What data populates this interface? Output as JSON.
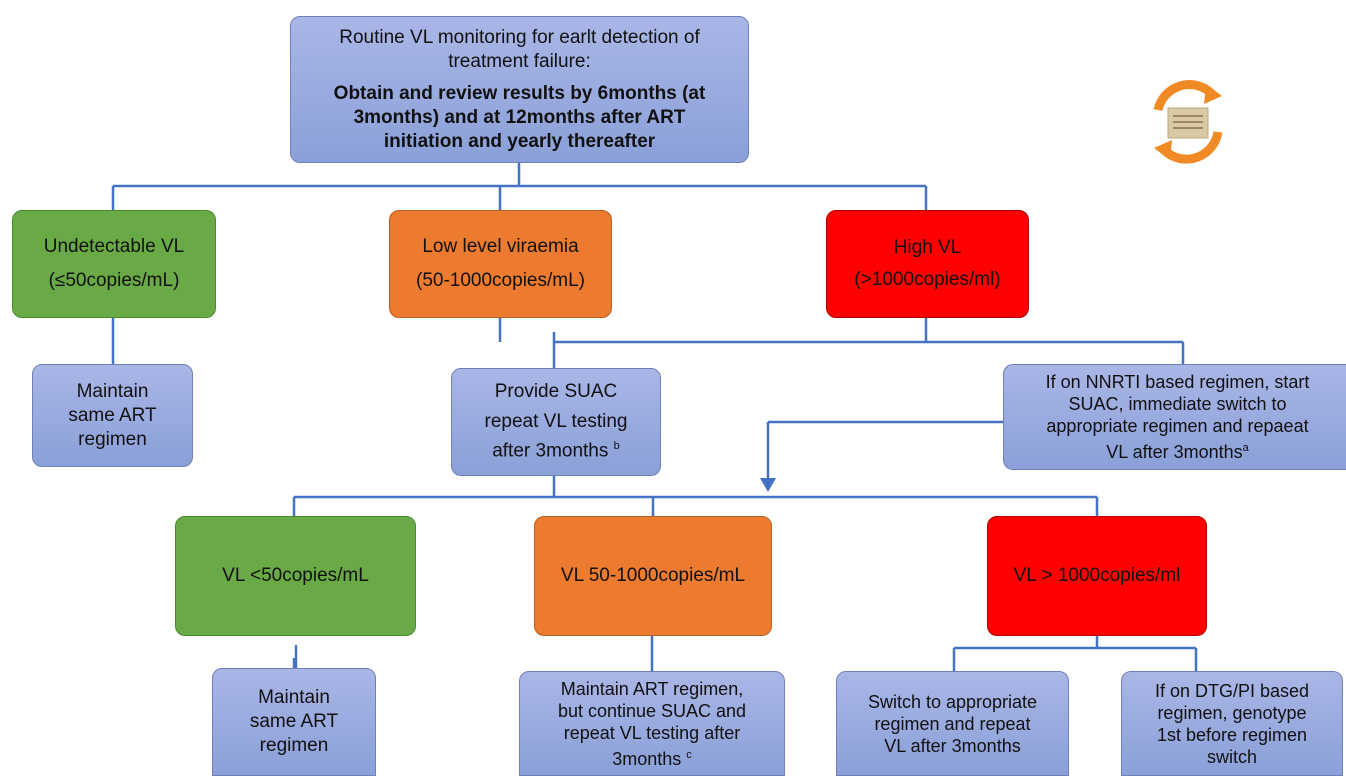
{
  "top": {
    "line1": "Routine VL monitoring for earlt detection of",
    "line2": "treatment failure:",
    "bold1": "Obtain and review results by 6months (at",
    "bold2": "3months) and at 12months after ART",
    "bold3": "initiation and yearly thereafter"
  },
  "level1": {
    "undetectable": {
      "line1": "Undetectable VL",
      "line2": "(≤50copies/mL)"
    },
    "low": {
      "line1": "Low level viraemia",
      "line2": "(50-1000copies/mL)"
    },
    "high": {
      "line1": "High VL",
      "line2": "(>1000copies/ml)"
    }
  },
  "level2": {
    "maintain": {
      "line1": "Maintain",
      "line2": "same ART",
      "line3": "regimen"
    },
    "suac": {
      "line1": "Provide SUAC",
      "line2": "repeat VL testing",
      "line3": "after 3months",
      "sup": "b"
    },
    "nnrti": {
      "line1": "If on NNRTI based regimen, start",
      "line2": "SUAC, immediate switch to",
      "line3": "appropriate regimen and repaeat",
      "line4": "VL after 3months",
      "sup": "a"
    }
  },
  "level3": {
    "lt50": "VL <50copies/mL",
    "mid": "VL 50-1000copies/mL",
    "gt1000": "VL > 1000copies/ml"
  },
  "level4": {
    "maintain": {
      "line1": "Maintain",
      "line2": "same ART",
      "line3": "regimen"
    },
    "continue": {
      "line1": "Maintain ART regimen,",
      "line2": "but continue SUAC and",
      "line3": "repeat VL testing after",
      "line4": "3months",
      "sup": "c"
    },
    "switch": {
      "line1": "Switch to appropriate",
      "line2": "regimen and repeat",
      "line3": "VL after 3months"
    },
    "genotype": {
      "line1": "If on DTG/PI based",
      "line2": "regimen, genotype",
      "line3": "1st before regimen",
      "line4": "switch"
    }
  },
  "colors": {
    "connector": "#4472c4",
    "blue_box": "#8fa3da",
    "green_box": "#6aaa46",
    "orange_box": "#ec7b30",
    "red_box": "#ff0000",
    "icon_orange": "#f08a24"
  },
  "icons": [
    "refresh-document-icon"
  ]
}
